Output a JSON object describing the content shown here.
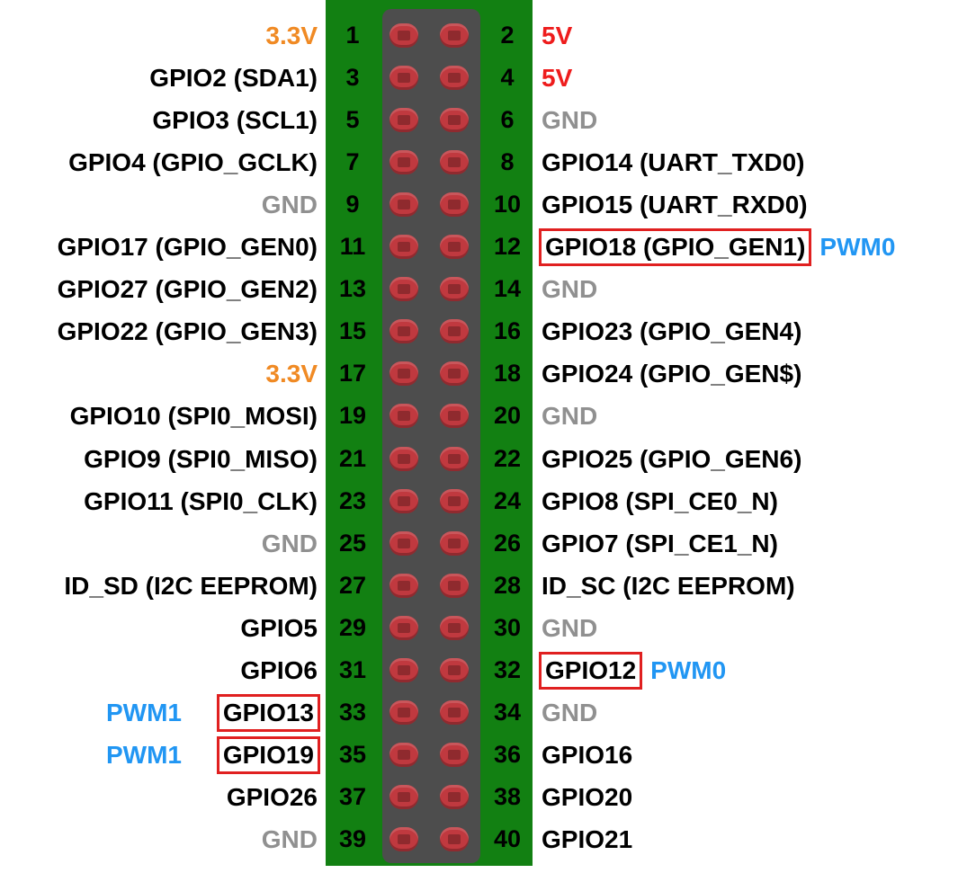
{
  "colors": {
    "board": "#128012",
    "strip": "#4d4d4d",
    "pin": "#c0393f",
    "highlight_box": "#e02020",
    "pwm_text": "#2196f3",
    "power_3v3": "#f08a24",
    "power_5v": "#ee1c1c",
    "ground": "#909090",
    "normal": "#000000"
  },
  "rows": [
    {
      "left_num": "1",
      "right_num": "2",
      "left_label": "3.3V",
      "left_type": "power_3v3",
      "right_label": "5V",
      "right_type": "power_5v"
    },
    {
      "left_num": "3",
      "right_num": "4",
      "left_label": "GPIO2 (SDA1)",
      "left_type": "normal",
      "right_label": "5V",
      "right_type": "power_5v"
    },
    {
      "left_num": "5",
      "right_num": "6",
      "left_label": "GPIO3 (SCL1)",
      "left_type": "normal",
      "right_label": "GND",
      "right_type": "ground"
    },
    {
      "left_num": "7",
      "right_num": "8",
      "left_label": "GPIO4 (GPIO_GCLK)",
      "left_type": "normal",
      "right_label": "GPIO14 (UART_TXD0)",
      "right_type": "normal"
    },
    {
      "left_num": "9",
      "right_num": "10",
      "left_label": "GND",
      "left_type": "ground",
      "right_label": "GPIO15 (UART_RXD0)",
      "right_type": "normal"
    },
    {
      "left_num": "11",
      "right_num": "12",
      "left_label": "GPIO17 (GPIO_GEN0)",
      "left_type": "normal",
      "right_label": "GPIO18 (GPIO_GEN1)",
      "right_type": "normal",
      "right_highlight": true,
      "right_pwm": "PWM0"
    },
    {
      "left_num": "13",
      "right_num": "14",
      "left_label": "GPIO27 (GPIO_GEN2)",
      "left_type": "normal",
      "right_label": "GND",
      "right_type": "ground"
    },
    {
      "left_num": "15",
      "right_num": "16",
      "left_label": "GPIO22 (GPIO_GEN3)",
      "left_type": "normal",
      "right_label": "GPIO23 (GPIO_GEN4)",
      "right_type": "normal"
    },
    {
      "left_num": "17",
      "right_num": "18",
      "left_label": "3.3V",
      "left_type": "power_3v3",
      "right_label": "GPIO24 (GPIO_GEN$)",
      "right_type": "normal"
    },
    {
      "left_num": "19",
      "right_num": "20",
      "left_label": "GPIO10 (SPI0_MOSI)",
      "left_type": "normal",
      "right_label": "GND",
      "right_type": "ground"
    },
    {
      "left_num": "21",
      "right_num": "22",
      "left_label": "GPIO9 (SPI0_MISO)",
      "left_type": "normal",
      "right_label": "GPIO25 (GPIO_GEN6)",
      "right_type": "normal"
    },
    {
      "left_num": "23",
      "right_num": "24",
      "left_label": "GPIO11 (SPI0_CLK)",
      "left_type": "normal",
      "right_label": "GPIO8 (SPI_CE0_N)",
      "right_type": "normal"
    },
    {
      "left_num": "25",
      "right_num": "26",
      "left_label": "GND",
      "left_type": "ground",
      "right_label": "GPIO7 (SPI_CE1_N)",
      "right_type": "normal"
    },
    {
      "left_num": "27",
      "right_num": "28",
      "left_label": "ID_SD (I2C EEPROM)",
      "left_type": "normal",
      "right_label": "ID_SC (I2C EEPROM)",
      "right_type": "normal"
    },
    {
      "left_num": "29",
      "right_num": "30",
      "left_label": "GPIO5",
      "left_type": "normal",
      "right_label": "GND",
      "right_type": "ground"
    },
    {
      "left_num": "31",
      "right_num": "32",
      "left_label": "GPIO6",
      "left_type": "normal",
      "right_label": "GPIO12",
      "right_type": "normal",
      "right_highlight": true,
      "right_pwm": "PWM0"
    },
    {
      "left_num": "33",
      "right_num": "34",
      "left_label": "GPIO13",
      "left_type": "normal",
      "left_highlight": true,
      "left_pwm": "PWM1",
      "right_label": "GND",
      "right_type": "ground"
    },
    {
      "left_num": "35",
      "right_num": "36",
      "left_label": "GPIO19",
      "left_type": "normal",
      "left_highlight": true,
      "left_pwm": "PWM1",
      "right_label": "GPIO16",
      "right_type": "normal"
    },
    {
      "left_num": "37",
      "right_num": "38",
      "left_label": "GPIO26",
      "left_type": "normal",
      "right_label": "GPIO20",
      "right_type": "normal"
    },
    {
      "left_num": "39",
      "right_num": "40",
      "left_label": "GND",
      "left_type": "ground",
      "right_label": "GPIO21",
      "right_type": "normal"
    }
  ]
}
